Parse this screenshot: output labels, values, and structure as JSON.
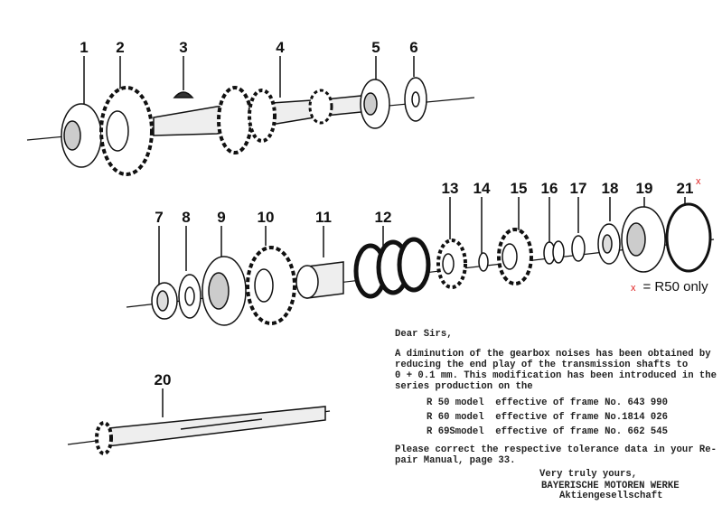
{
  "diagram": {
    "part_numbers": [
      "1",
      "2",
      "3",
      "4",
      "5",
      "6",
      "7",
      "8",
      "9",
      "10",
      "11",
      "12",
      "13",
      "14",
      "15",
      "16",
      "17",
      "18",
      "19",
      "20",
      "21"
    ],
    "r50_marker": "x",
    "legend_note": "= R50 only",
    "accent_red": "#e02020"
  },
  "letter": {
    "salutation": "Dear Sirs,",
    "body_lines": [
      "A diminution of the gearbox noises has been obtained by",
      "reducing the end play of the transmission shafts to",
      "0 + 0.1 mm. This modification has been introduced in the",
      "series production on the"
    ],
    "models": [
      "R 50 model  effective of frame No. 643 990",
      "R 60 model  effective of frame No.1814 026",
      "R 69Smodel  effective of frame No. 662 545"
    ],
    "closing_lines": [
      "Please correct the respective tolerance data in your Re-",
      "pair Manual, page 33."
    ],
    "signoff": "Very truly yours,",
    "company": "BAYERISCHE MOTOREN WERKE",
    "company_sub": "Aktiengesellschaft"
  }
}
